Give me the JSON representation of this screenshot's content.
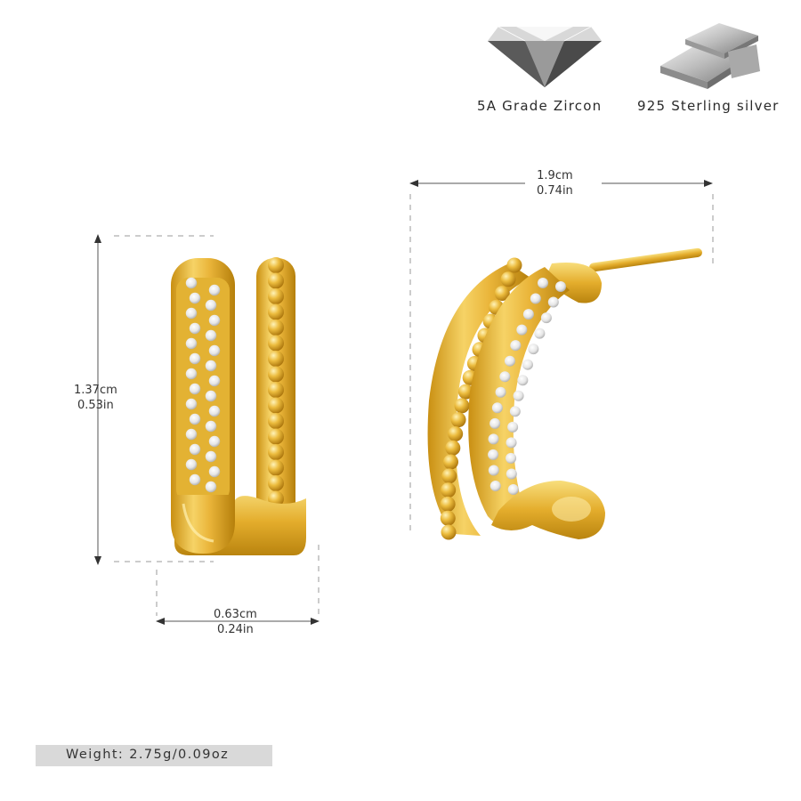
{
  "badges": {
    "zircon": {
      "label": "5A Grade Zircon",
      "icon": "diamond-icon"
    },
    "silver": {
      "label": "925 Sterling silver",
      "icon": "silver-bars-icon"
    }
  },
  "dimensions": {
    "height": {
      "cm": "1.37cm",
      "in": "0.53in"
    },
    "width": {
      "cm": "0.63cm",
      "in": "0.24in"
    },
    "depth": {
      "cm": "1.9cm",
      "in": "0.74in"
    }
  },
  "weight": {
    "label": "Weight: 2.75g/0.09oz"
  },
  "colors": {
    "gold": "#e7b52e",
    "gold_dark": "#b9840f",
    "gold_light": "#f7dc78",
    "weight_bar": "#d9d9d9"
  }
}
